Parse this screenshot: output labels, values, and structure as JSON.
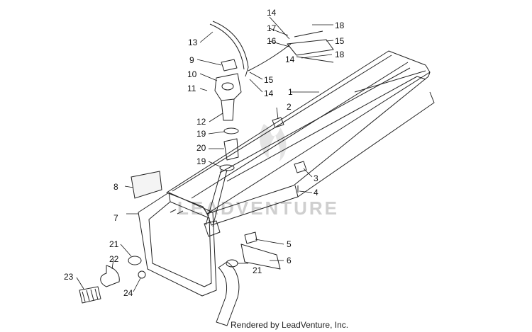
{
  "watermark": {
    "text": "LEADVENTURE",
    "color": "#cfcfcf"
  },
  "footer": {
    "text": "Rendered by LeadVenture, Inc."
  },
  "callouts": {
    "c1": "1",
    "c2": "2",
    "c3": "3",
    "c4": "4",
    "c5": "5",
    "c6": "6",
    "c7": "7",
    "c8": "8",
    "c9": "9",
    "c10": "10",
    "c11": "11",
    "c12": "12",
    "c13": "13",
    "c14a": "14",
    "c14b": "14",
    "c14c": "14",
    "c15a": "15",
    "c15b": "15",
    "c16": "16",
    "c17": "17",
    "c18a": "18",
    "c18b": "18",
    "c19a": "19",
    "c19b": "19",
    "c20": "20",
    "c21a": "21",
    "c21b": "21",
    "c22": "22",
    "c23": "23",
    "c24": "24"
  },
  "colors": {
    "line": "#222222",
    "text": "#111111"
  }
}
